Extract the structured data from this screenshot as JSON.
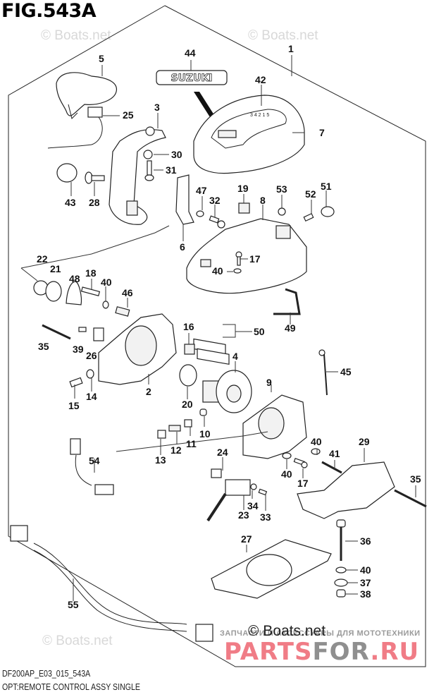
{
  "figure": {
    "title": "FIG.543A",
    "brand_label": "SUZUKI",
    "model_code": "DF200AP_E03_015_543A",
    "description": "OPT:REMOTE CONTROL ASSY SINGLE"
  },
  "watermarks": {
    "boats_net": "© Boats.net",
    "partsfor_top": "ЗАПЧАСТИ И АКСЕССУАРЫ ДЛЯ МОТОТЕХНИКИ",
    "partsfor_big_part1": "PARTS",
    "partsfor_big_part2": "FOR",
    "partsfor_big_part3": ".RU"
  },
  "callouts": [
    {
      "id": "1",
      "label": "1"
    },
    {
      "id": "2",
      "label": "2"
    },
    {
      "id": "3",
      "label": "3"
    },
    {
      "id": "4",
      "label": "4"
    },
    {
      "id": "5",
      "label": "5"
    },
    {
      "id": "6",
      "label": "6"
    },
    {
      "id": "7",
      "label": "7"
    },
    {
      "id": "8",
      "label": "8"
    },
    {
      "id": "9",
      "label": "9"
    },
    {
      "id": "10",
      "label": "10"
    },
    {
      "id": "11",
      "label": "11"
    },
    {
      "id": "12",
      "label": "12"
    },
    {
      "id": "13",
      "label": "13"
    },
    {
      "id": "14",
      "label": "14"
    },
    {
      "id": "15",
      "label": "15"
    },
    {
      "id": "16",
      "label": "16"
    },
    {
      "id": "17a",
      "label": "17"
    },
    {
      "id": "17b",
      "label": "17"
    },
    {
      "id": "18",
      "label": "18"
    },
    {
      "id": "19",
      "label": "19"
    },
    {
      "id": "20",
      "label": "20"
    },
    {
      "id": "21",
      "label": "21"
    },
    {
      "id": "22",
      "label": "22"
    },
    {
      "id": "23",
      "label": "23"
    },
    {
      "id": "24",
      "label": "24"
    },
    {
      "id": "25",
      "label": "25"
    },
    {
      "id": "26",
      "label": "26"
    },
    {
      "id": "27",
      "label": "27"
    },
    {
      "id": "28",
      "label": "28"
    },
    {
      "id": "29",
      "label": "29"
    },
    {
      "id": "30",
      "label": "30"
    },
    {
      "id": "31",
      "label": "31"
    },
    {
      "id": "32",
      "label": "32"
    },
    {
      "id": "33",
      "label": "33"
    },
    {
      "id": "34",
      "label": "34"
    },
    {
      "id": "35a",
      "label": "35"
    },
    {
      "id": "35b",
      "label": "35"
    },
    {
      "id": "36",
      "label": "36"
    },
    {
      "id": "37",
      "label": "37"
    },
    {
      "id": "38",
      "label": "38"
    },
    {
      "id": "39",
      "label": "39"
    },
    {
      "id": "40a",
      "label": "40"
    },
    {
      "id": "40b",
      "label": "40"
    },
    {
      "id": "40c",
      "label": "40"
    },
    {
      "id": "40d",
      "label": "40"
    },
    {
      "id": "40e",
      "label": "40"
    },
    {
      "id": "41",
      "label": "41"
    },
    {
      "id": "42",
      "label": "42"
    },
    {
      "id": "43",
      "label": "43"
    },
    {
      "id": "44",
      "label": "44"
    },
    {
      "id": "45",
      "label": "45"
    },
    {
      "id": "46",
      "label": "46"
    },
    {
      "id": "47",
      "label": "47"
    },
    {
      "id": "48",
      "label": "48"
    },
    {
      "id": "49",
      "label": "49"
    },
    {
      "id": "50",
      "label": "50"
    },
    {
      "id": "51",
      "label": "51"
    },
    {
      "id": "52",
      "label": "52"
    },
    {
      "id": "53",
      "label": "53"
    },
    {
      "id": "54",
      "label": "54"
    },
    {
      "id": "55",
      "label": "55"
    }
  ],
  "shift_gate_text": "3 4 2 1 5"
}
